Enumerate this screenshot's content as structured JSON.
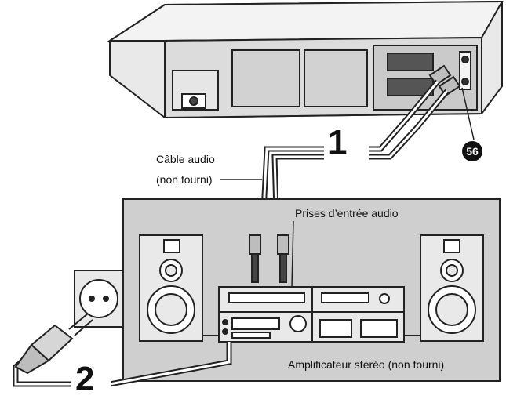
{
  "labels": {
    "cable_line1": "Câble audio",
    "cable_line2": "(non fourni)",
    "input_jacks": "Prises d’entrée audio",
    "amplifier": "Amplificateur stéréo (non fourni)"
  },
  "steps": {
    "one": "1",
    "two": "2"
  },
  "reference_marker": "56",
  "colors": {
    "line": "#222222",
    "panel": "#cfcfcf",
    "device": "#e9e9e9",
    "paper": "#ffffff"
  }
}
